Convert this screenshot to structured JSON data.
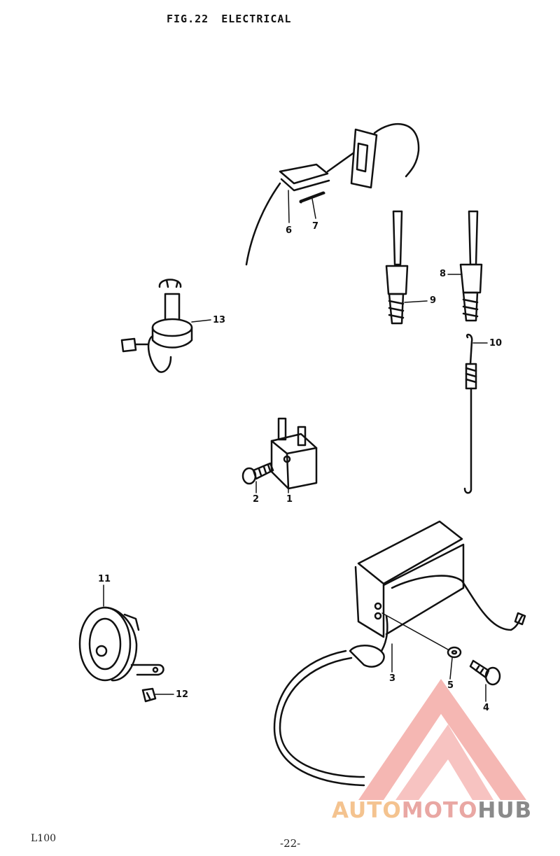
{
  "header": {
    "fig_label": "FIG.22",
    "fig_title": "ELECTRICAL"
  },
  "callouts": {
    "p1": "1",
    "p2": "2",
    "p3": "3",
    "p4": "4",
    "p5": "5",
    "p6": "6",
    "p7": "7",
    "p8": "8",
    "p9": "9",
    "p10": "10",
    "p11": "11",
    "p12": "12",
    "p13": "13"
  },
  "footer": {
    "model": "L100",
    "page_number": "-22-"
  },
  "watermark": {
    "part_a": "AUTO",
    "part_b": "MOTO",
    "part_c": "HUB",
    "colors": {
      "auto": "#f4c38f",
      "moto": "#e9a7a3",
      "hub": "#8a8a8a",
      "logo": "#f0a8a4"
    }
  }
}
